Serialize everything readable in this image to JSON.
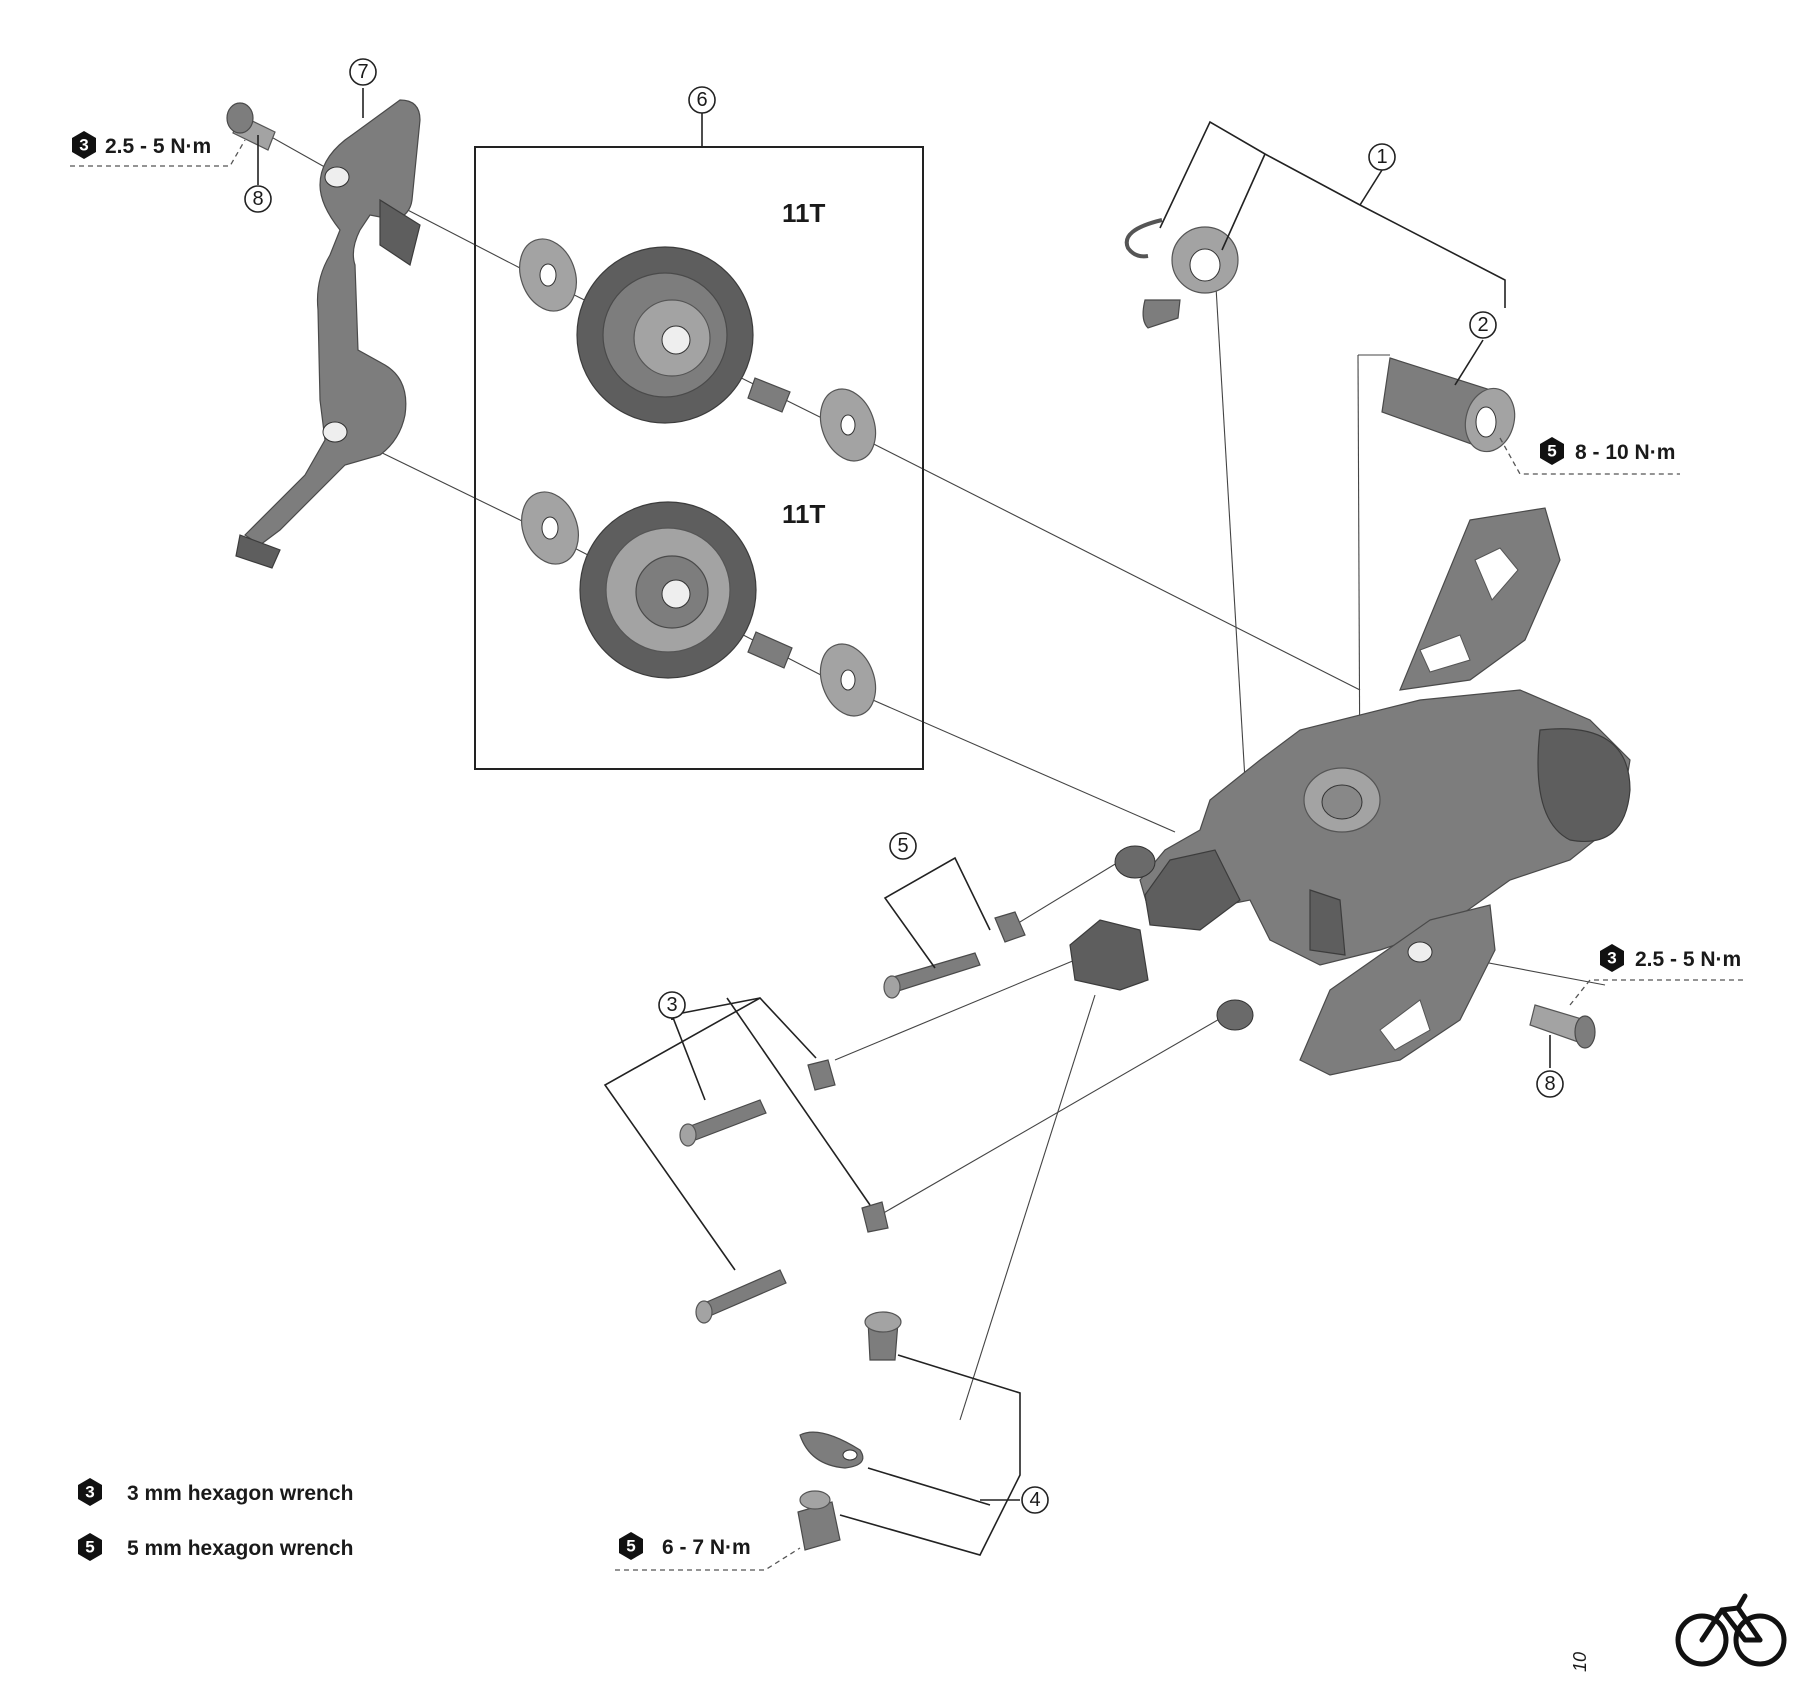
{
  "callouts": {
    "c1": "1",
    "c2": "2",
    "c3": "3",
    "c4": "4",
    "c5": "5",
    "c6": "6",
    "c7": "7",
    "c8a": "8",
    "c8b": "8"
  },
  "pulley_upper_teeth": "11T",
  "pulley_lower_teeth": "11T",
  "torques": {
    "cage_bolt_top": "2.5 - 5 N·m",
    "axle_bolt": "8 - 10 N·m",
    "cage_bolt_right": "2.5 - 5 N·m",
    "cable_fixing_bolt": "6 - 7 N·m"
  },
  "badges": {
    "hex3": "3",
    "hex5": "5"
  },
  "legend": {
    "hex3_label": "3 mm hexagon wrench",
    "hex5_label": "5 mm hexagon wrench"
  },
  "footer_code": "10",
  "logo_icon": "bicycle-icon"
}
